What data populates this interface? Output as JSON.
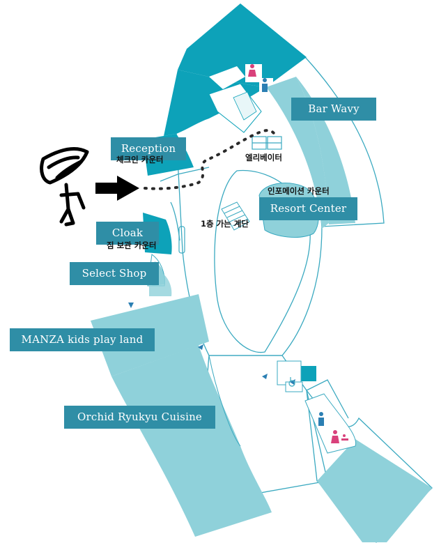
{
  "map": {
    "colors": {
      "dark_teal": "#0da2b9",
      "light_teal": "#8fd1da",
      "outline": "#3aa9c0",
      "label_bg": "#2f8ea6",
      "label_text": "#ffffff",
      "women_icon": "#d9417b",
      "men_icon": "#2b7fb3",
      "route": "#2a2a2a"
    },
    "areas": [
      {
        "id": "reception",
        "label": "Reception"
      },
      {
        "id": "bar-wavy",
        "label": "Bar Wavy"
      },
      {
        "id": "resort-center",
        "label": "Resort Center"
      },
      {
        "id": "cloak",
        "label": "Cloak"
      },
      {
        "id": "select-shop",
        "label": "Select Shop"
      },
      {
        "id": "manza-kids",
        "label": "MANZA kids play land"
      },
      {
        "id": "orchid-ryukyu",
        "label": "Orchid Ryukyu Cuisine"
      }
    ],
    "annotations": [
      {
        "id": "checkin-counter",
        "label": "체크인 카운터"
      },
      {
        "id": "elevator",
        "label": "엘리베이터"
      },
      {
        "id": "information-counter",
        "label": "인포메이션 카운터"
      },
      {
        "id": "stairs-to-1f",
        "label": "1층 가는 계단"
      },
      {
        "id": "luggage-counter",
        "label": "짐 보관 카운터"
      }
    ],
    "icons": [
      {
        "id": "restroom-women-top",
        "icon": "women-restroom-icon"
      },
      {
        "id": "restroom-men-top",
        "icon": "men-restroom-icon"
      },
      {
        "id": "restroom-men-bottom",
        "icon": "men-restroom-icon"
      },
      {
        "id": "restroom-women-bottom",
        "icon": "women-restroom-icon"
      },
      {
        "id": "baby-care",
        "icon": "baby-changing-icon"
      },
      {
        "id": "accessible",
        "icon": "wheelchair-icon"
      }
    ]
  }
}
